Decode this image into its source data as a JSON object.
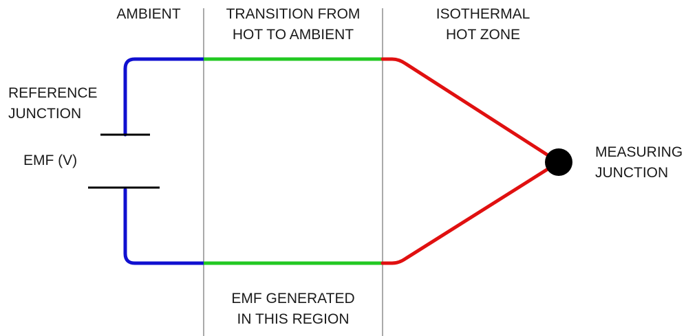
{
  "regions": {
    "ambient": "AMBIENT",
    "transition_line1": "TRANSITION FROM",
    "transition_line2": "HOT TO AMBIENT",
    "isothermal_line1": "ISOTHERMAL",
    "isothermal_line2": "HOT ZONE"
  },
  "labels": {
    "reference_line1": "REFERENCE",
    "reference_line2": "JUNCTION",
    "emf": "EMF (V)",
    "measuring_line1": "MEASURING",
    "measuring_line2": "JUNCTION",
    "emf_generated_line1": "EMF GENERATED",
    "emf_generated_line2": "IN THIS REGION"
  },
  "colors": {
    "ambient_wire": "#1010d0",
    "transition_wire": "#22c822",
    "hot_wire": "#e01010",
    "divider": "#555555",
    "junction": "#000000",
    "battery": "#000000"
  }
}
